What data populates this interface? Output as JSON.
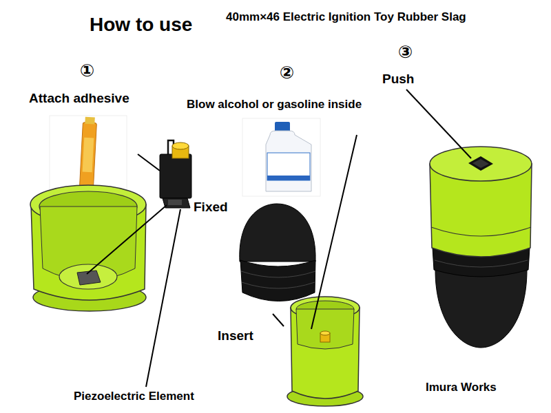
{
  "diagram": {
    "title": "How to use",
    "labels": [
      "40mm×46 Electric Ignition Toy Rubber Slag",
      "①",
      "Attach adhesive",
      "②",
      "Blow alcohol or gasoline inside",
      "③",
      "Push",
      "Fixed",
      "Insert",
      "Piezoelectric Element",
      "Imura Works"
    ]
  }
}
